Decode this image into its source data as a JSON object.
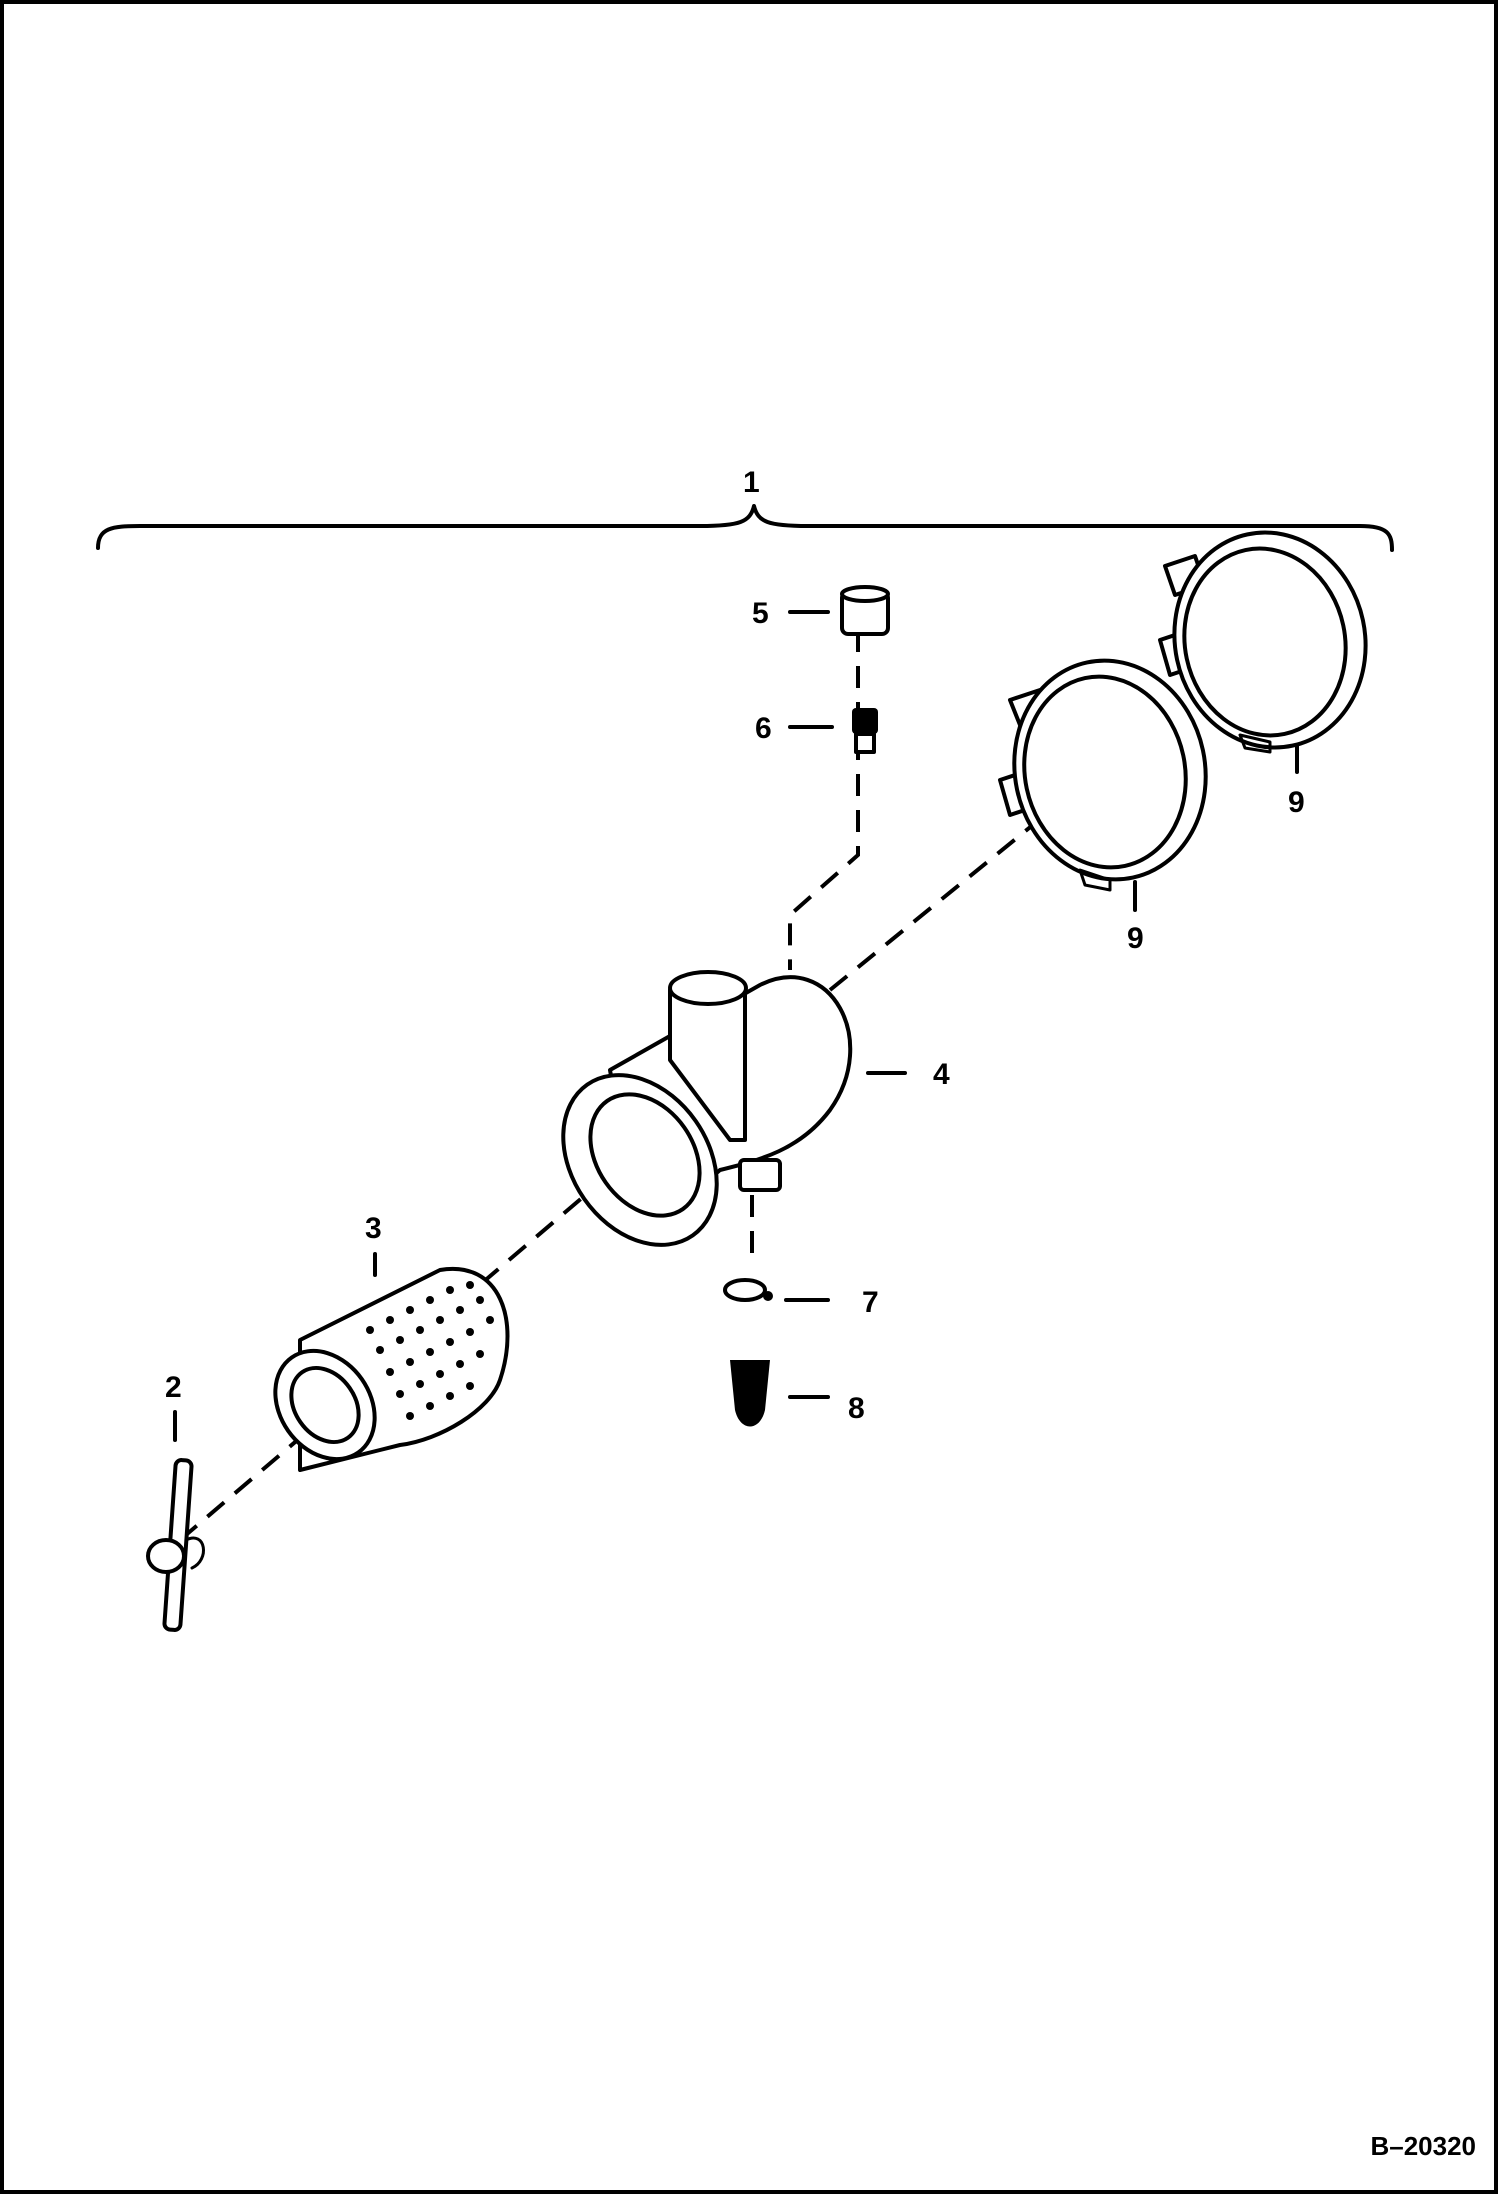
{
  "callouts": {
    "assembly": "1",
    "wing_nut": "2",
    "filter_element": "3",
    "housing": "4",
    "cap": "5",
    "fitting": "6",
    "clamp": "7",
    "dust_valve": "8",
    "band_upper": "9",
    "band_lower": "9"
  },
  "reference": "B–20320",
  "colors": {
    "ink": "#000000",
    "paper": "#ffffff"
  }
}
